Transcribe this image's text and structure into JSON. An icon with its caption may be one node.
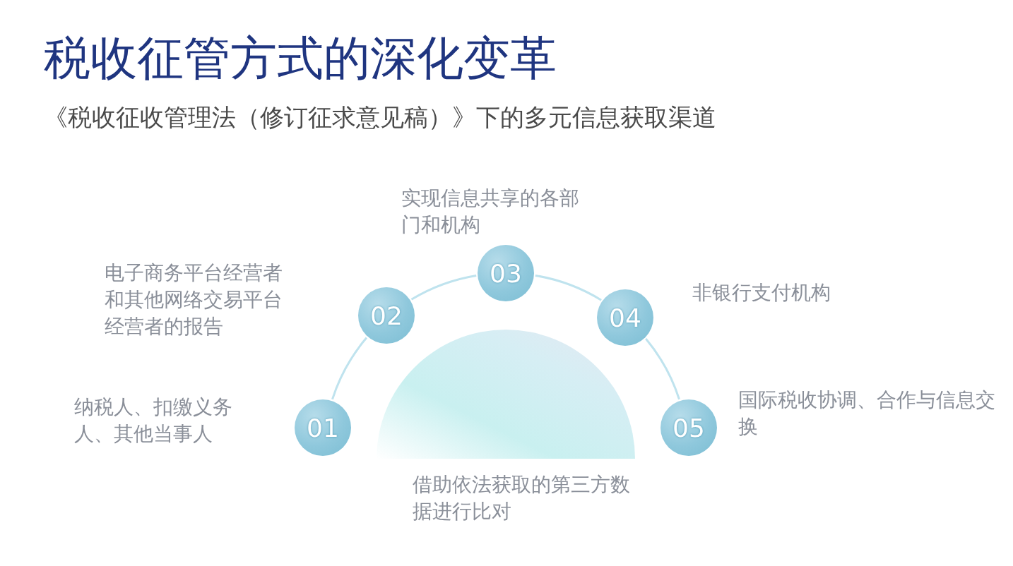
{
  "diagram": {
    "title": "税收征管方式的深化变革",
    "nodes": [
      {
        "text": [
          "01"
        ],
        "beside": [
          "纳税人、扣缴义务人、其他当事人"
        ]
      },
      {
        "text": [
          "02"
        ],
        "beside": [
          "电子商务平台经营者和其他网络交易平台经营者的报告"
        ]
      },
      {
        "text": [
          "03"
        ],
        "beside": [
          "实现信息共享的各部门和机构"
        ]
      },
      {
        "text": [
          "04"
        ],
        "beside": [
          "非银行支付机构"
        ]
      },
      {
        "text": [
          "05"
        ],
        "beside": [
          "国际税收协调、合作与信息交换"
        ]
      },
      {
        "text": [],
        "shape": "dome",
        "beside": [
          "借助依法获取的第三方数据进行比对"
        ]
      }
    ],
    "edges": [
      {
        "from": 0,
        "to": 1,
        "arrow": "none"
      },
      {
        "from": 1,
        "to": 2,
        "arrow": "none"
      },
      {
        "from": 2,
        "to": 3,
        "arrow": "none"
      },
      {
        "from": 3,
        "to": 4,
        "arrow": "none"
      }
    ],
    "labels": [
      "《税收征收管理法（修订征求意见稿）》下的多元信息获取渠道"
    ]
  }
}
